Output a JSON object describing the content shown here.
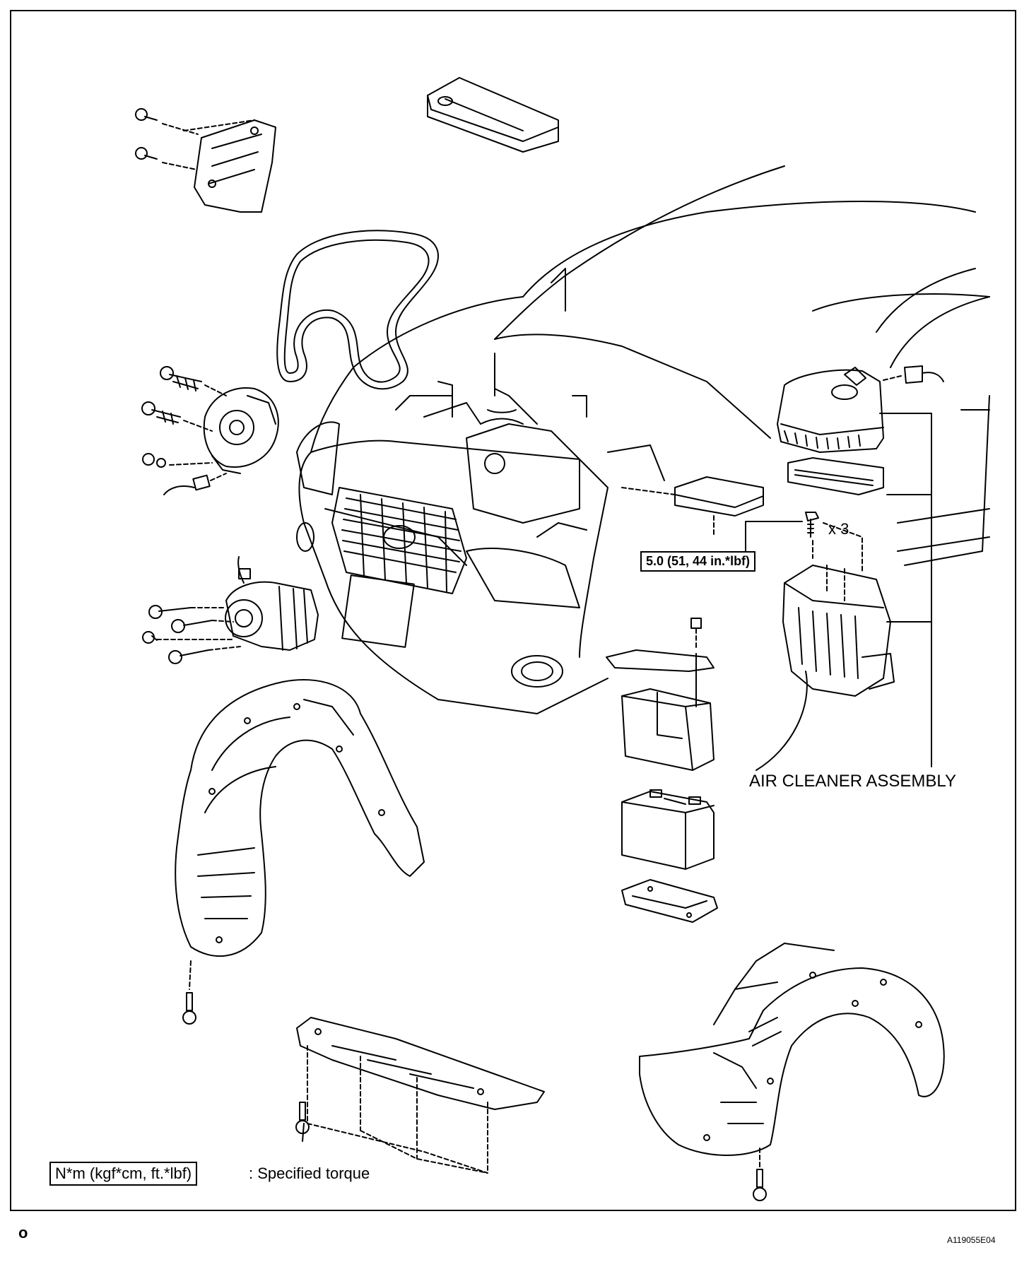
{
  "labels": {
    "air_cleaner": "AIR CLEANER ASSEMBLY",
    "bolt_qty": "x 3",
    "torque_value": "5.0 (51, 44 in.*lbf)"
  },
  "legend": {
    "unit_box": "N*m (kgf*cm, ft.*lbf)",
    "description": ": Specified torque"
  },
  "footer": {
    "page_marker": "o",
    "figure_code": "A119055E04"
  }
}
